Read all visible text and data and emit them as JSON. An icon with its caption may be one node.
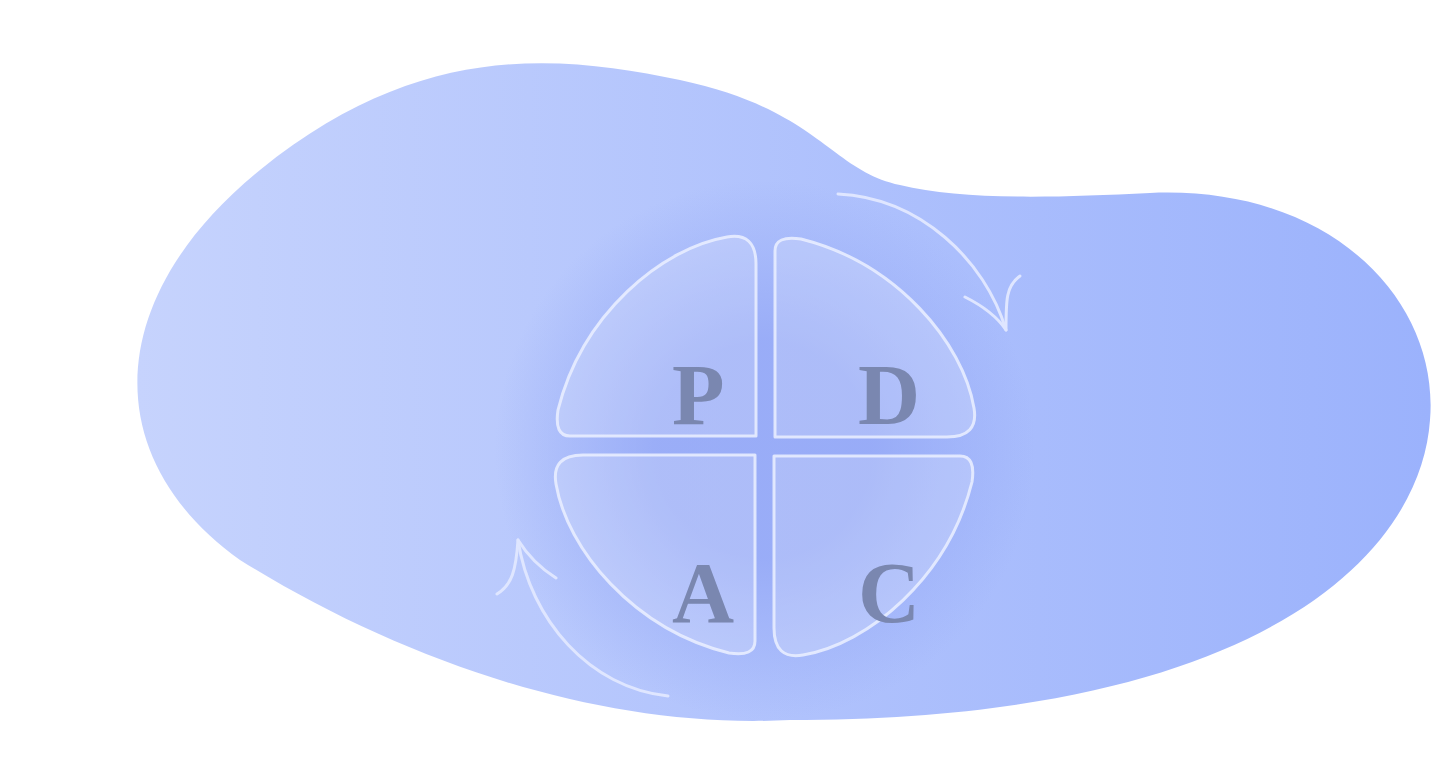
{
  "diagram": {
    "nodes": [
      {
        "text": [
          "P"
        ]
      },
      {
        "text": [
          "D"
        ]
      },
      {
        "text": [
          "A"
        ]
      },
      {
        "text": [
          "C"
        ]
      }
    ]
  }
}
